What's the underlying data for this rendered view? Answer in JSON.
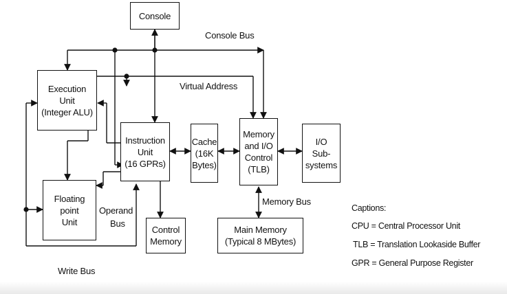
{
  "blocks": {
    "console": [
      "Console"
    ],
    "execution_unit": [
      "Execution",
      "Unit",
      "(Integer ALU)"
    ],
    "instruction_unit": [
      "Instruction",
      "Unit",
      "(16 GPRs)"
    ],
    "cache": [
      "Cache",
      "(16K",
      "Bytes)"
    ],
    "memory_io_control": [
      "Memory",
      "and I/O",
      "Control",
      "(TLB)"
    ],
    "io_subsystems": [
      "I/O",
      "Sub-",
      "systems"
    ],
    "floating_point_unit": [
      "Floating",
      "point",
      "Unit"
    ],
    "control_memory": [
      "Control",
      "Memory"
    ],
    "main_memory": [
      "Main Memory",
      "(Typical 8 MBytes)"
    ]
  },
  "bus_labels": {
    "console_bus": "Console Bus",
    "virtual_address": "Virtual Address",
    "memory_bus": "Memory Bus",
    "operand_bus": [
      "Operand",
      "Bus"
    ],
    "write_bus": "Write Bus"
  },
  "captions": {
    "title": "Captions:",
    "items": [
      "CPU = Central Processor Unit",
      "TLB = Translation Lookaside Buffer",
      "GPR = General Purpose Register"
    ]
  },
  "colors": {
    "line": "#111111",
    "background": "#ffffff"
  }
}
